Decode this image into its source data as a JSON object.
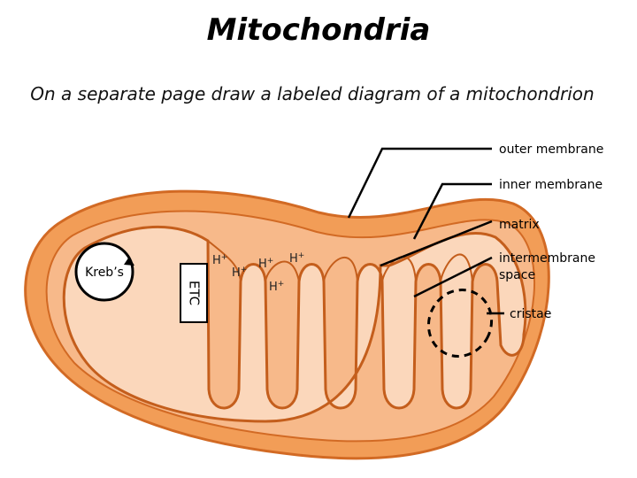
{
  "title": "Mitochondria",
  "subtitle": "On a separate page draw a labeled diagram of a mitochondrion",
  "colors": {
    "outer_membrane": "#f29d57",
    "intermembrane": "#f7b98a",
    "matrix": "#fbd7bb",
    "outline": "#d26a24",
    "cristae_border": "#c45e1c",
    "label_line": "#000000"
  },
  "labels": {
    "outer_membrane": "outer membrane",
    "inner_membrane": "inner membrane",
    "matrix": "matrix",
    "intermembrane_line1": "intermembrane",
    "intermembrane_line2": "space",
    "cristae": "cristae"
  },
  "krebs": "Kreb’s",
  "etc": "ETC",
  "h_plus": [
    "H",
    "H",
    "H",
    "H",
    "H"
  ],
  "h_superscript": "+"
}
